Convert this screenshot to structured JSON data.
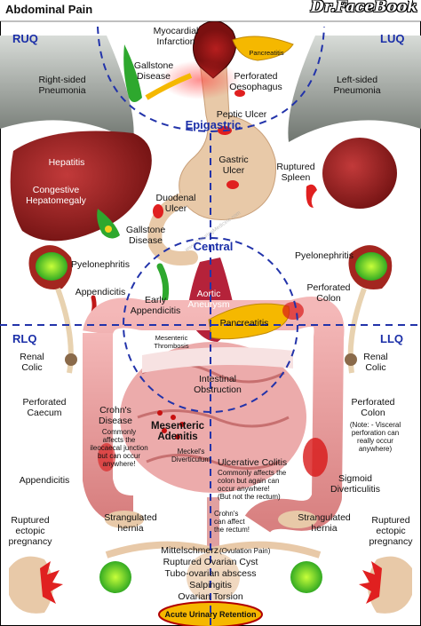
{
  "header": {
    "title": "Abdominal Pain",
    "brand": "Dr.FaceBook",
    "watermark": "www.PicturingMedicine.com"
  },
  "quadrants": {
    "ruq": "RUQ",
    "luq": "LUQ",
    "rlq": "RLQ",
    "llq": "LLQ",
    "epigastric": "Epigastric",
    "central": "Central"
  },
  "labels": {
    "myocardial_infarction": "Myocardial\nInfarction",
    "pancreatitis_top": "Pancreatitis",
    "right_pneumonia": "Right-sided\nPneumonia",
    "left_pneumonia": "Left-sided\nPneumonia",
    "gallstone_disease_top": "Gallstone\nDisease",
    "perforated_oesophagus": "Perforated\nOesophagus",
    "peptic_ulcer": "Peptic Ulcer",
    "hepatitis": "Hepatitis",
    "congestive_hepatomegaly": "Congestive\nHepatomegaly",
    "gastric_ulcer": "Gastric\nUlcer",
    "ruptured_spleen": "Ruptured\nSpleen",
    "duodenal_ulcer": "Duodenal\nUlcer",
    "gallstone_disease_mid": "Gallstone\nDisease",
    "pyelonephritis_left": "Pyelonephritis",
    "pyelonephritis_right": "Pyelonephritis",
    "appendicitis_top": "Appendicitis",
    "early_appendicitis": "Early\nAppendicitis",
    "aortic_aneurysm": "Aortic\nAneurysm",
    "perforated_colon_top": "Perforated\nColon",
    "pancreatitis_mid": "Pancreatitis",
    "mesenteric_thrombosis": "Mesenteric\nThrombosis",
    "renal_colic_left": "Renal\nColic",
    "renal_colic_right": "Renal\nColic",
    "intestinal_obstruction": "Intestinal\nObstruction",
    "perforated_caecum": "Perforated\nCaecum",
    "perforated_colon_bottom": "Perforated\nColon",
    "visceral_note": "(Note: - Visceral\nperforation can\nreally occur\nanywhere)",
    "crohns_disease": "Crohn's\nDisease",
    "crohns_note": "Commonly\naffects the\nileocaecal junction\nbut can occur\nanywhere!",
    "mesenteric_adenitis": "Mesenteric\nAdenitis",
    "meckels": "Meckel's\nDiverticulum",
    "appendicitis_bottom": "Appendicitis",
    "ulcerative_colitis": "Ulcerative Colitis",
    "uc_note": "Commonly affects the\ncolon but again can\noccur anywhere!\n(But not the rectum)",
    "sigmoid_diverticulitis": "Sigmoid\nDiverticulitis",
    "crohns_rectum": "Crohn's\ncan affect\nthe rectum!",
    "strangulated_hernia_left": "Strangulated\nhernia",
    "strangulated_hernia_right": "Strangulated\nhernia",
    "ectopic_left": "Ruptured\nectopic\npregnancy",
    "ectopic_right": "Ruptured\nectopic\npregnancy",
    "mittelschmerz": "Mittelschmerz",
    "ovulation_pain": "(Ovulation Pain)",
    "ruptured_ovarian_cyst": "Ruptured Ovarian Cyst",
    "tubo_ovarian": "Tubo-ovarian abscess",
    "salpingitis": "Salpingitis",
    "ovarian_torsion": "Ovarian Torsion",
    "acute_urinary_retention": "Acute Urinary Retention"
  },
  "colors": {
    "quadrant_line": "#2233aa",
    "organ_red": "#8b1a1a",
    "bowel_pink": "#e8a0a0",
    "stomach_tan": "#e8c9a8",
    "lung_gray": "#8a8f8a",
    "gall_green": "#2ea82e",
    "inflammation_red": "#e02020",
    "pancreas_yellow": "#f5b800"
  }
}
